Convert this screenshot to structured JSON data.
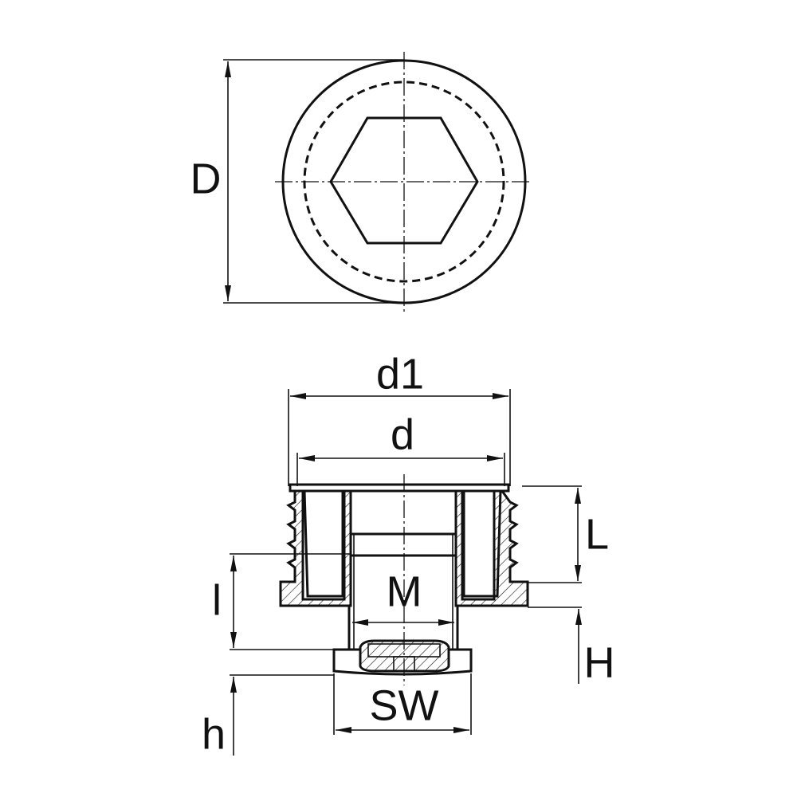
{
  "drawing": {
    "labels": {
      "D": "D",
      "d1": "d1",
      "d": "d",
      "L": "L",
      "l": "l",
      "M": "M",
      "H": "H",
      "SW": "SW",
      "h": "h"
    },
    "line_color": "#111111",
    "background_color": "#ffffff"
  }
}
